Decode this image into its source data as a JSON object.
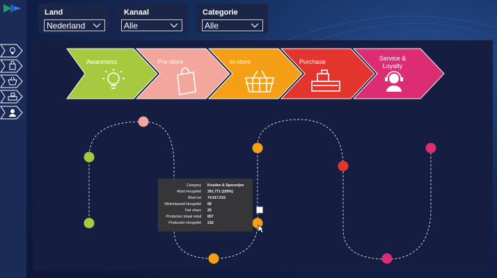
{
  "filters": [
    {
      "label": "Land",
      "value": "Nederland"
    },
    {
      "label": "Kanaal",
      "value": "Alle"
    },
    {
      "label": "Categorie",
      "value": "Alle"
    }
  ],
  "stages": [
    {
      "label": "Awareness",
      "color": "#a7c940",
      "icon": "lightbulb-icon"
    },
    {
      "label": "Pre-store",
      "color": "#f3a79c",
      "icon": "shopping-bag-icon"
    },
    {
      "label": "In-store",
      "color": "#f59f16",
      "icon": "shopping-basket-icon"
    },
    {
      "label": "Purchase",
      "color": "#e3342e",
      "icon": "cash-register-icon"
    },
    {
      "label": "Service &",
      "label2": "Loyalty",
      "color": "#dc2d72",
      "icon": "headset-agent-icon"
    }
  ],
  "sidebar": {
    "items": [
      "lightbulb-icon",
      "shopping-bag-icon",
      "shopping-basket-icon",
      "cash-register-icon",
      "headset-agent-icon"
    ]
  },
  "tooltip": {
    "rows": [
      {
        "key": "Category",
        "value": "Kruiden & Specerijen"
      },
      {
        "key": "Afzet Hoogvliet",
        "value": "391.771 (100%)"
      },
      {
        "key": "Afzet tot",
        "value": "74.017.015"
      },
      {
        "key": "Winkelaantal Hoogvliet",
        "value": "68"
      },
      {
        "key": "Fair share",
        "value": "25"
      },
      {
        "key": "Producten totaal retail",
        "value": "657"
      },
      {
        "key": "Producten Hoogvliet",
        "value": "216"
      }
    ]
  }
}
